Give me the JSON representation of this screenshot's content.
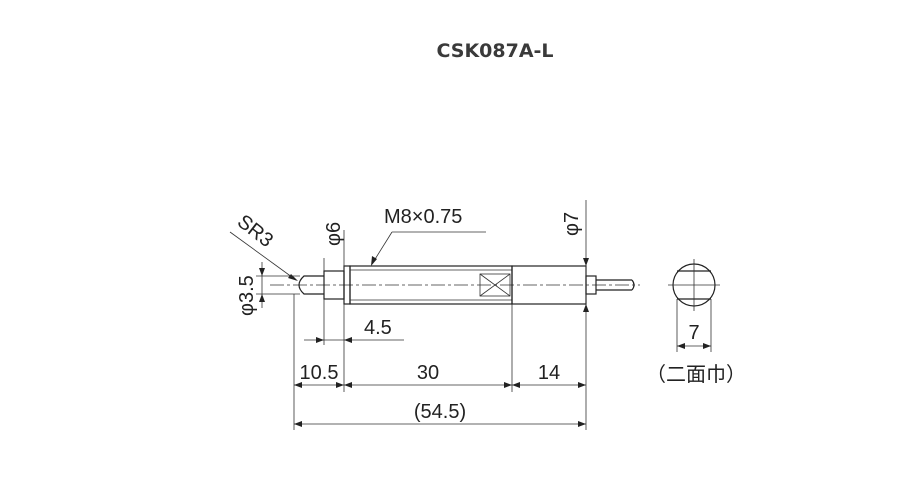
{
  "title": "CSK087A-L",
  "dimensions": {
    "sr": "SR3",
    "dia_3_5": "φ3.5",
    "dia_6": "φ6",
    "thread": "M8×0.75",
    "dia_7": "φ7",
    "len_4_5": "4.5",
    "len_10_5": "10.5",
    "len_30": "30",
    "len_14": "14",
    "len_total": "(54.5)",
    "width_across_flats": "7",
    "flats_note": "（二面巾）"
  }
}
